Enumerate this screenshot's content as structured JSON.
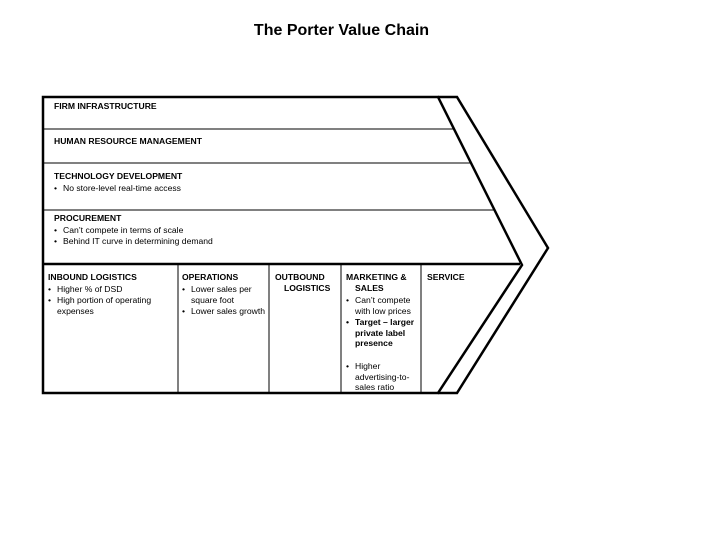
{
  "title": "The Porter Value Chain",
  "support": {
    "firm": {
      "heading": "FIRM INFRASTRUCTURE"
    },
    "hrm": {
      "heading": "HUMAN RESOURCE MANAGEMENT"
    },
    "tech": {
      "heading": "TECHNOLOGY DEVELOPMENT",
      "bullets": [
        "No store-level real-time access"
      ]
    },
    "proc": {
      "heading": "PROCUREMENT",
      "bullets": [
        "Can’t compete in terms of scale",
        "Behind IT curve in determining demand"
      ]
    }
  },
  "primary": {
    "inbound": {
      "heading": "INBOUND LOGISTICS",
      "bullets": [
        "Higher % of DSD",
        "High portion of operating expenses"
      ]
    },
    "operations": {
      "heading": "OPERATIONS",
      "bullets": [
        "Lower sales per square foot",
        "Lower sales growth"
      ]
    },
    "outbound": {
      "heading": "OUTBOUND LOGISTICS"
    },
    "marketing": {
      "heading": "MARKETING & SALES",
      "bullets": [
        "Can’t compete with low prices",
        "Target – larger private label presence",
        "Higher advertising-to-sales ratio"
      ]
    },
    "service": {
      "heading": "SERVICE"
    }
  },
  "bullet_glyph": "•"
}
